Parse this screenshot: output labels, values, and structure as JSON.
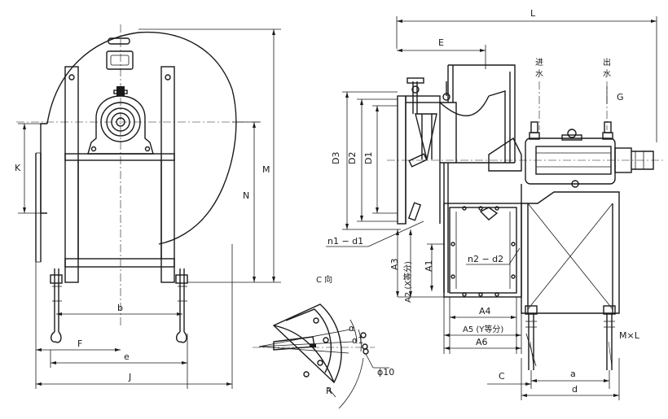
{
  "labels": {
    "L": "L",
    "E": "E",
    "inlet": "进\n水",
    "outlet": "出\n水",
    "G": "G",
    "D3": "D3",
    "D2": "D2",
    "D1": "D1",
    "n1d1": "n1 − d1",
    "n2d2": "n2 − d2",
    "A1": "A1",
    "A2": "A2 (X等分)",
    "A3": "A3",
    "A4": "A4",
    "A5": "A5 (Y等分)",
    "A6": "A6",
    "MxL": "M×L",
    "C": "C",
    "a": "a",
    "d": "d",
    "K": "K",
    "M": "M",
    "N": "N",
    "b": "b",
    "F": "F",
    "e": "e",
    "J": "J",
    "view_c": "C 向",
    "alpha": "α",
    "alpha1": "α1",
    "phi10": "ϕ10",
    "R": "R"
  }
}
